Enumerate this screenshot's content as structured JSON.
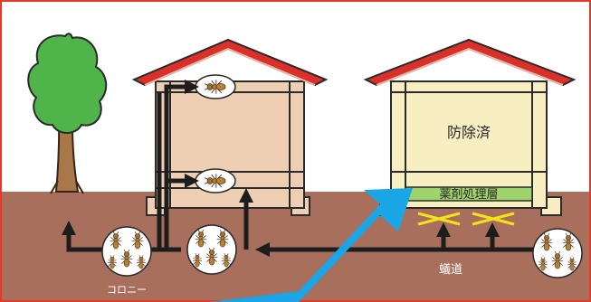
{
  "labels": {
    "treated": "防除済",
    "chemical_layer": "薬剤処理層",
    "tunnel": "蟻道",
    "colony": "コロニー"
  },
  "colors": {
    "frame": "#e53a2a",
    "sky": "#ffffff",
    "soil": "#a86f5c",
    "roof": "#d9302a",
    "house_left": "#eecfb3",
    "house_right": "#f7eec2",
    "chemical_layer": "#9fd36b",
    "big_arrow": "#1aa6e6",
    "path_arrow": "#1d1d1d",
    "tree_canopy": "#4fb54a",
    "tree_trunk": "#a9784a",
    "cross_mark": "#f4e21a"
  },
  "icons": [
    "tree-icon",
    "termite-icon",
    "colony-icon",
    "arrow-icon",
    "cross-mark-icon"
  ]
}
